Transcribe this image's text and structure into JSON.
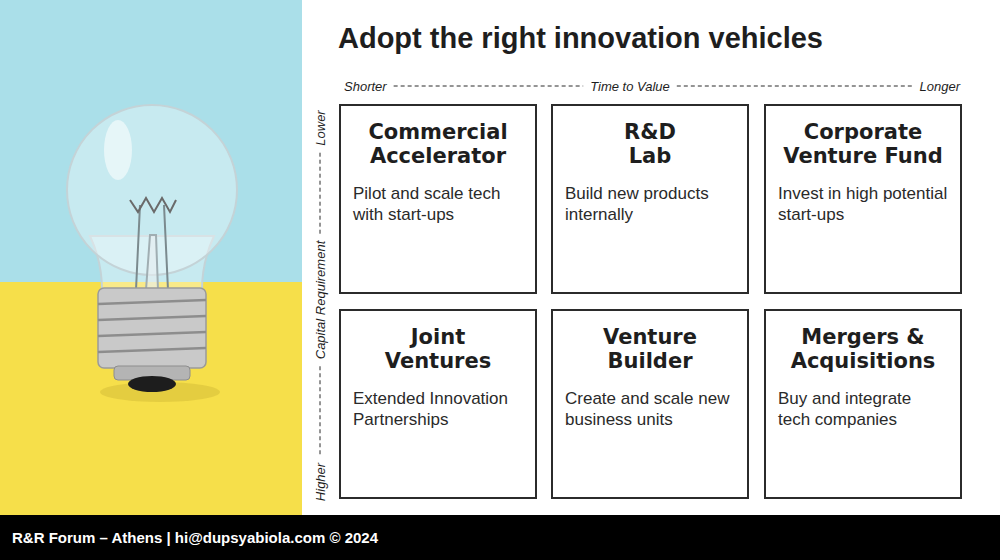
{
  "diagram": {
    "title": "Adopt the right innovation vehicles",
    "nodes": [
      {
        "text": [
          "Commercial Accelerator",
          "Pilot and scale tech with start-ups"
        ]
      },
      {
        "text": [
          "R&D Lab",
          "Build new products internally"
        ]
      },
      {
        "text": [
          "Corporate Venture Fund",
          "Invest in high potential start-ups"
        ]
      },
      {
        "text": [
          "Joint Ventures",
          "Extended Innovation Partnerships"
        ]
      },
      {
        "text": [
          "Venture Builder",
          "Create and scale new business units"
        ]
      },
      {
        "text": [
          "Mergers & Acquisitions",
          "Buy and integrate tech companies"
        ]
      }
    ],
    "labels": [
      "Shorter",
      "Time to Value",
      "Longer",
      "Lower",
      "Capital Requirement",
      "Higher",
      "R&R Forum – Athens | hi@dupsyabiola.com © 2024"
    ]
  }
}
